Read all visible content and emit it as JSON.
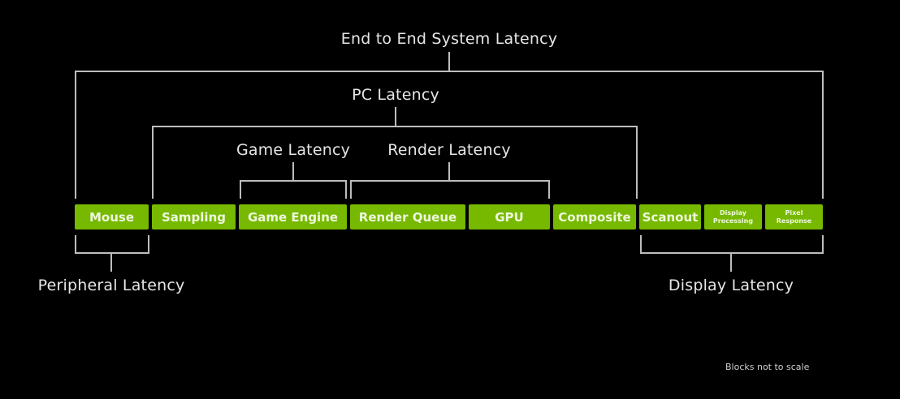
{
  "diagram": {
    "labels": {
      "end_to_end": "End to End System Latency",
      "pc": "PC Latency",
      "game": "Game Latency",
      "render": "Render Latency",
      "peripheral": "Peripheral Latency",
      "display": "Display Latency"
    },
    "blocks": [
      {
        "label": "Mouse"
      },
      {
        "label": "Sampling"
      },
      {
        "label": "Game Engine"
      },
      {
        "label": "Render Queue"
      },
      {
        "label": "GPU"
      },
      {
        "label": "Composite"
      },
      {
        "label": "Scanout"
      },
      {
        "label": "Display Processing"
      },
      {
        "label": "Pixel Response"
      }
    ],
    "note": "Blocks not to scale",
    "colors": {
      "block": "#76b900",
      "line": "#bdbdbd",
      "background": "#000000"
    }
  }
}
